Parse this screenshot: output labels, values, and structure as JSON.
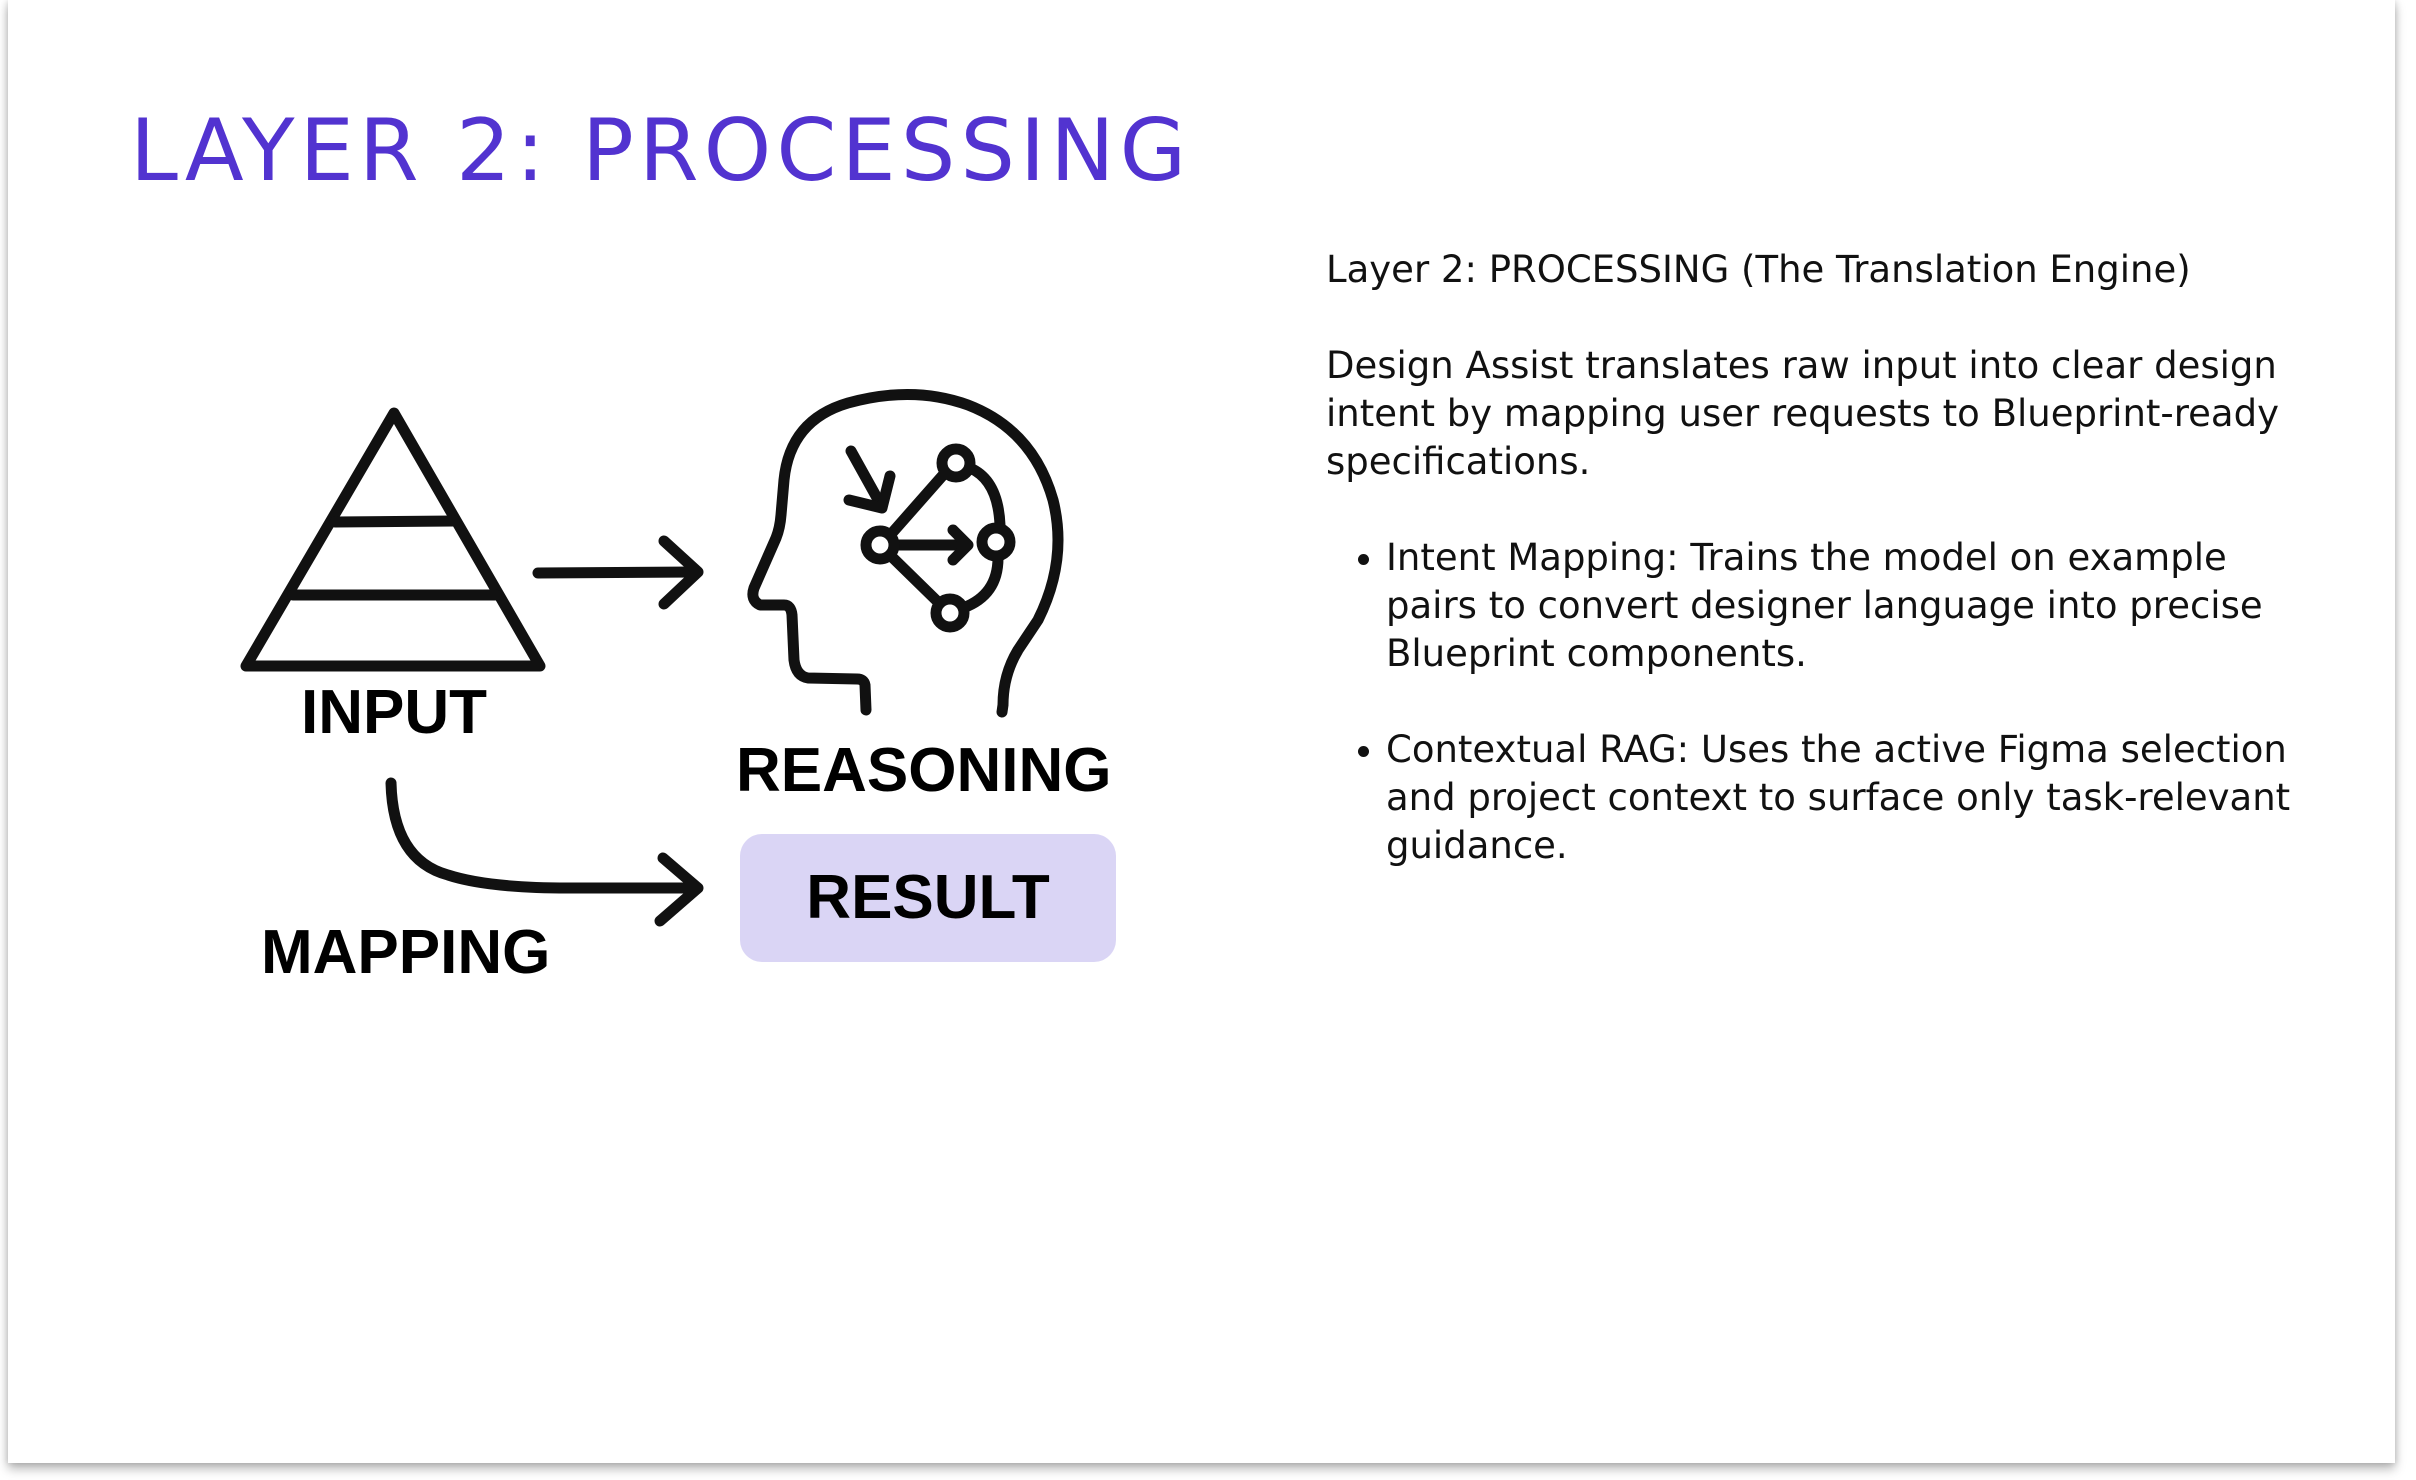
{
  "slide": {
    "title": "LAYER 2: PROCESSING",
    "accent_color": "#5233d0"
  },
  "diagram": {
    "input_label": "INPUT",
    "reasoning_label": "REASONING",
    "mapping_label": "MAPPING",
    "result_label": "RESULT",
    "result_fill": "#dad5f5",
    "icons": [
      "pyramid-icon",
      "arrow-right-icon",
      "head-network-icon",
      "curved-arrow-icon"
    ]
  },
  "description": {
    "heading": "Layer 2: PROCESSING (The Translation Engine)",
    "intro": "Design Assist translates raw input into clear design intent by mapping user requests to Blueprint-ready specifications.",
    "bullets": [
      "Intent Mapping: Trains the model on example pairs to convert designer language into precise Blueprint components.",
      "Contextual RAG: Uses the active Figma selection and project context to surface only task-relevant guidance."
    ]
  }
}
